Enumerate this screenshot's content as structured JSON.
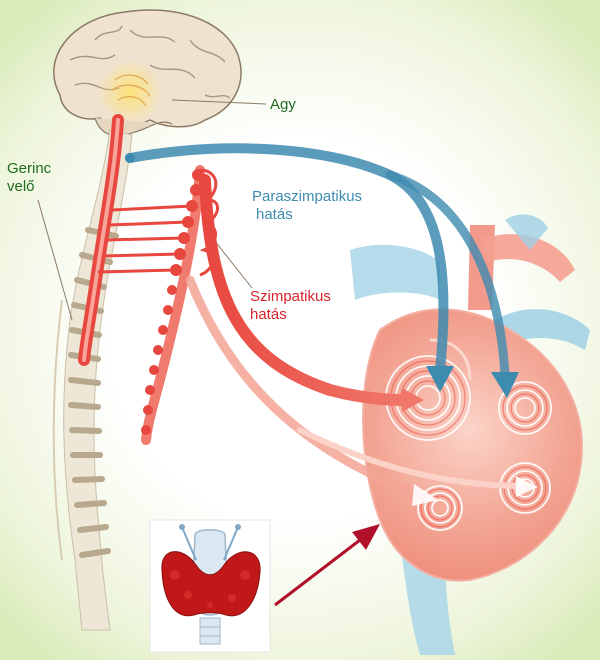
{
  "labels": {
    "brain": "Agy",
    "spinal_cord": [
      "Gerinc",
      "velő"
    ],
    "parasympathetic": [
      "Paraszimpatikus",
      "hatás"
    ],
    "sympathetic": [
      "Szimpatikus",
      "hatás"
    ]
  },
  "colors": {
    "brain_label": "#1f6b1f",
    "spinal_label": "#1f6b1f",
    "parasympathetic": "#3e8bb0",
    "sympathetic": "#d8232a",
    "nerve_red": "#e8473f",
    "heart": "#f08a78",
    "vessel_blue": "#8ec9e0",
    "thyroid": "#c01818",
    "thyroid_arrow": "#b0102a"
  },
  "icons": {
    "brain": "brain-icon",
    "spine": "spine-icon",
    "ganglion_chain": "ganglion-chain-icon",
    "heart": "heart-icon",
    "thyroid": "thyroid-gland-icon"
  }
}
